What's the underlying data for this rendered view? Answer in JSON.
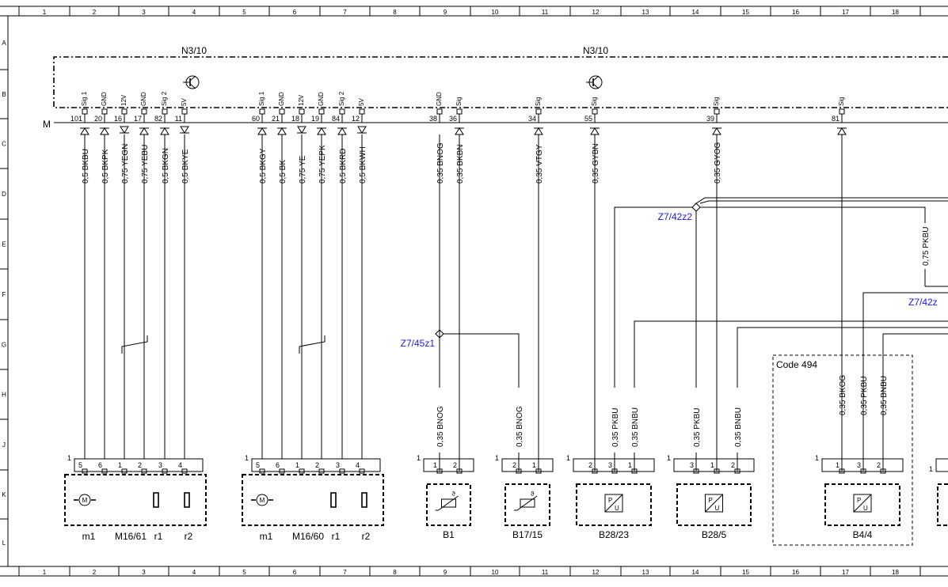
{
  "zones": {
    "cols": [
      "1",
      "2",
      "3",
      "4",
      "5",
      "6",
      "7",
      "8",
      "9",
      "10",
      "11",
      "12",
      "13",
      "14",
      "15",
      "16",
      "17",
      "18"
    ],
    "rows": [
      "A",
      "B",
      "C",
      "D",
      "E",
      "F",
      "G",
      "H",
      "J",
      "K",
      "L"
    ]
  },
  "units": [
    "N3/10",
    "N3/10"
  ],
  "bus_label": "M",
  "connector_pins": [
    {
      "id": "101",
      "sig": "Sig 1",
      "wire": "0,5 BKBU",
      "dir": "in"
    },
    {
      "id": "20",
      "sig": "GND",
      "wire": "0,5 BKPK",
      "dir": "in"
    },
    {
      "id": "16",
      "sig": "12V",
      "wire": "0,75 YEGN",
      "dir": "out"
    },
    {
      "id": "17",
      "sig": "GND",
      "wire": "0,75 YEBU",
      "dir": "in"
    },
    {
      "id": "82",
      "sig": "Sig 2",
      "wire": "0,5 BKGN",
      "dir": "in"
    },
    {
      "id": "11",
      "sig": "5V",
      "wire": "0,5 BKYE",
      "dir": "out"
    },
    {
      "id": "60",
      "sig": "Sig 1",
      "wire": "0,5 BKGY",
      "dir": "in"
    },
    {
      "id": "21",
      "sig": "GND",
      "wire": "0,5 BK",
      "dir": "in"
    },
    {
      "id": "18",
      "sig": "12V",
      "wire": "0,75 YE",
      "dir": "out"
    },
    {
      "id": "19",
      "sig": "GND",
      "wire": "0,75 YEPK",
      "dir": "in"
    },
    {
      "id": "84",
      "sig": "Sig 2",
      "wire": "0,5 BKRD",
      "dir": "in"
    },
    {
      "id": "12",
      "sig": "5V",
      "wire": "0,5 BKWH",
      "dir": "out"
    },
    {
      "id": "38",
      "sig": "GND",
      "wire": "0,35 BNOG",
      "dir": "none"
    },
    {
      "id": "36",
      "sig": "Sig",
      "wire": "0,35 BKBN",
      "dir": "in"
    },
    {
      "id": "34",
      "sig": "Sig",
      "wire": "0,35 VTGY",
      "dir": "in"
    },
    {
      "id": "55",
      "sig": "Sig",
      "wire": "0,35 GYBN",
      "dir": "in"
    },
    {
      "id": "39",
      "sig": "Sig",
      "wire": "0,35 GYOG",
      "dir": "in"
    },
    {
      "id": "81",
      "sig": "Sig",
      "wire": "",
      "dir": "in"
    }
  ],
  "splices": [
    "Z7/42z2",
    "Z7/45z1",
    "Z7/42z"
  ],
  "lower_wires": [
    "0,75 PKBU",
    "0,35 BNOG",
    "0,35 BNOG",
    "0,35 PKBU",
    "0,35 BNBU",
    "0,35 PKBU",
    "0,35 BNBU",
    "0,35 BKOG",
    "0,35 PKBU",
    "0,35 BNBU"
  ],
  "code_box": "Code 494",
  "components": [
    {
      "name": "M16/61",
      "pins": [
        "5",
        "6",
        "1",
        "2",
        "3",
        "4"
      ],
      "parts": [
        "m1",
        "r1",
        "r2"
      ]
    },
    {
      "name": "M16/60",
      "pins": [
        "5",
        "6",
        "1",
        "2",
        "3",
        "4"
      ],
      "parts": [
        "m1",
        "r1",
        "r2"
      ]
    },
    {
      "name": "B1",
      "pins": [
        "1",
        "2"
      ]
    },
    {
      "name": "B17/15",
      "pins": [
        "2",
        "1"
      ]
    },
    {
      "name": "B28/23",
      "pins": [
        "2",
        "3",
        "1"
      ]
    },
    {
      "name": "B28/5",
      "pins": [
        "3",
        "1",
        "2"
      ]
    },
    {
      "name": "B4/4",
      "pins": [
        "1",
        "3",
        "2"
      ]
    }
  ],
  "pin1_marker": "1",
  "transducer_symbol": {
    "p": "P",
    "u": "U"
  },
  "motor_symbol": "M",
  "theta_symbol": "ϑ",
  "icons": [
    "transistor-icon",
    "motor-icon",
    "resistor-icon",
    "temperature-sensor-icon",
    "pressure-transducer-icon",
    "arrow-in-icon",
    "arrow-out-icon",
    "splice-icon"
  ]
}
